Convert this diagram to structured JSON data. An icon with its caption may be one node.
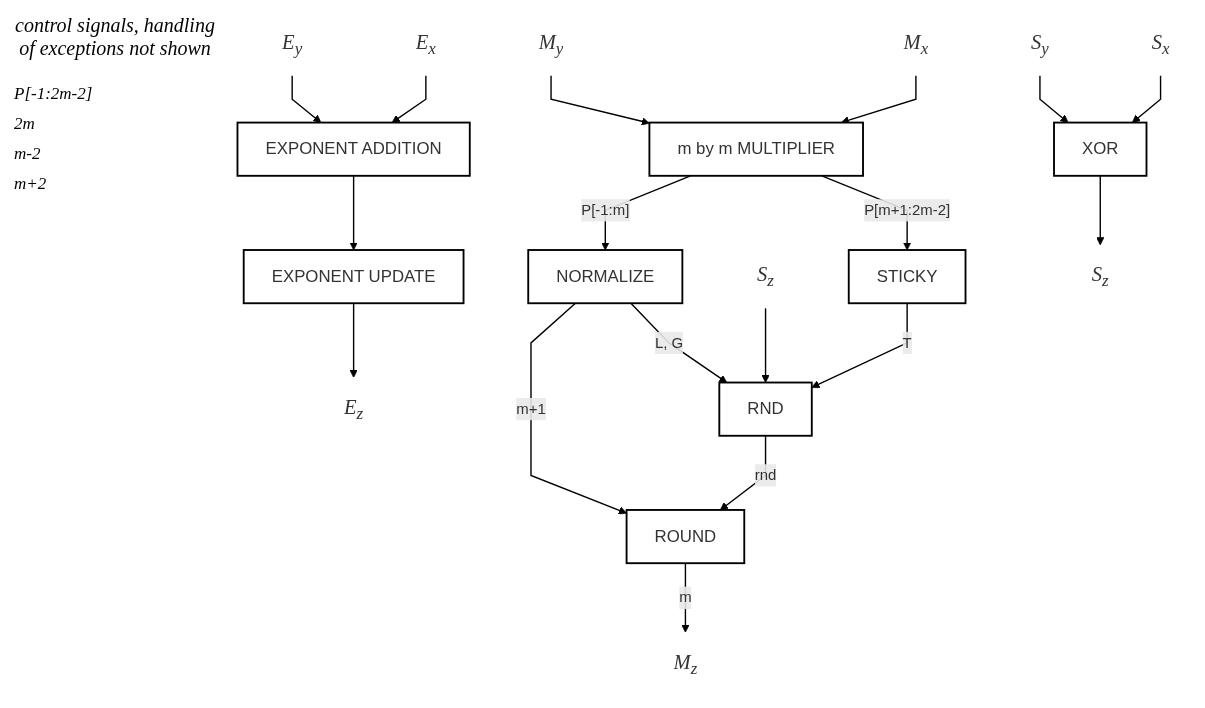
{
  "diagram": {
    "nodes": [
      {
        "text": [
          "E$_{x}$"
        ]
      },
      {
        "text": [
          "E$_{y}$"
        ]
      },
      {
        "text": [
          "M$_{x}$"
        ]
      },
      {
        "text": [
          "M$_{y}$"
        ]
      },
      {
        "text": [
          "EXPONENT ADDITION"
        ]
      },
      {
        "text": [
          "m by m MULTIPLIER"
        ]
      },
      {
        "text": [
          "S$_{x}$"
        ]
      },
      {
        "text": [
          "S$_{y}$"
        ]
      },
      {
        "text": [
          "STICKY"
        ]
      },
      {
        "text": [
          "NORMALIZE"
        ]
      },
      {
        "text": [
          "RND"
        ]
      },
      {
        "text": [
          "S$_{z}$"
        ]
      },
      {
        "text": [
          "XOR"
        ]
      },
      {
        "text": [
          "EXPONENT UPDATE"
        ]
      },
      {
        "text": [
          "ROUND"
        ]
      },
      {
        "text": [
          "S$_{z}$"
        ]
      },
      {
        "text": [
          "E$_{z}$"
        ]
      },
      {
        "text": [
          "M$_{z}$"
        ]
      }
    ],
    "edges": [
      {
        "from": 0,
        "to": 4,
        "arrow": "to"
      },
      {
        "from": 1,
        "to": 4,
        "arrow": "to"
      },
      {
        "from": 2,
        "to": 5,
        "arrow": "to"
      },
      {
        "from": 3,
        "to": 5,
        "arrow": "to"
      },
      {
        "from": 4,
        "to": 13,
        "arrow": "to"
      },
      {
        "from": 5,
        "to": 8,
        "arrow": "to",
        "label": "P[m+1:2m-2]"
      },
      {
        "from": 5,
        "to": 9,
        "arrow": "to",
        "label": "P[-1:m]"
      },
      {
        "from": 6,
        "to": 12,
        "arrow": "to"
      },
      {
        "from": 7,
        "to": 12,
        "arrow": "to"
      },
      {
        "from": 8,
        "to": 10,
        "arrow": "to",
        "label": "T"
      },
      {
        "from": 9,
        "to": 10,
        "arrow": "to",
        "label": "L, G"
      },
      {
        "from": 11,
        "to": 10,
        "arrow": "to"
      },
      {
        "from": 10,
        "to": 14,
        "arrow": "to",
        "label": "rnd"
      },
      {
        "from": 9,
        "to": 14,
        "arrow": "to",
        "label": "m+1"
      },
      {
        "from": 12,
        "to": 15,
        "arrow": "to"
      },
      {
        "from": 13,
        "to": 16,
        "arrow": "to"
      },
      {
        "from": 14,
        "to": 17,
        "arrow": "to",
        "label": "m"
      }
    ],
    "labels": [
      "control signals, handling of exceptions not shown",
      "P[-1:2m-2]",
      "2m",
      "m-2",
      "m+2"
    ]
  }
}
